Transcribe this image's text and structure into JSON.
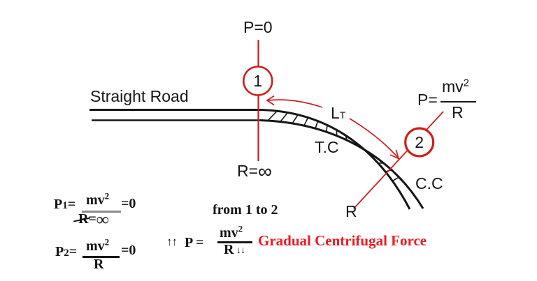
{
  "labels": {
    "straight_road": "Straight Road",
    "p_zero": "P=0",
    "point1": "1",
    "point2": "2",
    "r_inf_prefix": "R=",
    "infinity": "∞",
    "lt_main": "L",
    "lt_sub": "T",
    "tc": "T.C",
    "cc": "C.C",
    "radius": "R"
  },
  "formula_p_top": {
    "lhs": "P=",
    "num_base": "mv",
    "num_sup": "2",
    "den": "R"
  },
  "formula_p1": {
    "name": "P",
    "index": "1",
    "equals": "=",
    "num_base": "mv",
    "num_sup": "2",
    "result": "=0",
    "den_r": "R",
    "den_eq": "=",
    "den_inf": "∞"
  },
  "formula_p2": {
    "name": "P",
    "index": "2",
    "equals": "=",
    "num_base": "mv",
    "num_sup": "2",
    "result": "=0",
    "den": "R"
  },
  "transition_note": {
    "heading": "from 1 to 2",
    "up_arrows": "↑↑",
    "p_equals": "P =",
    "num_base": "mv",
    "num_sup": "2",
    "den": "R",
    "down_arrows": "↓↓",
    "note": "Gradual Centrifugal Force"
  },
  "colors": {
    "ink": "#161616",
    "red_line": "#cf1d1c",
    "red_text": "#ec1b21",
    "gray_bar": "#8a8a8a"
  }
}
